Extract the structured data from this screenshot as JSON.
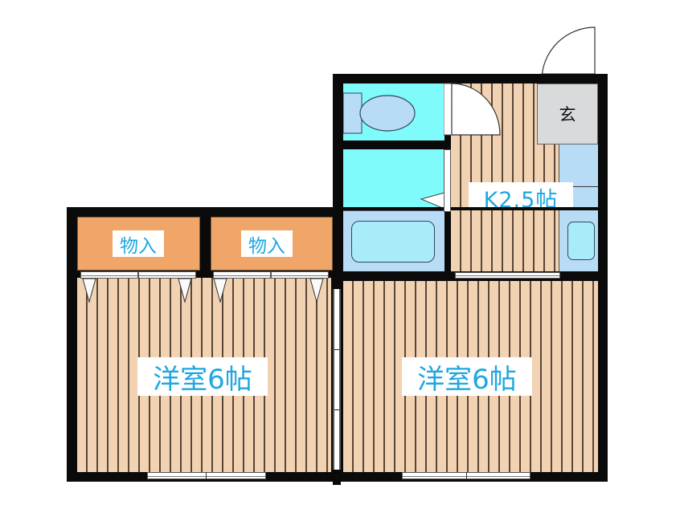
{
  "floor_plan": {
    "rooms": {
      "western_left": {
        "label": "洋室6帖",
        "type": "western-style room",
        "size_jo": 6
      },
      "western_right": {
        "label": "洋室6帖",
        "type": "western-style room",
        "size_jo": 6
      },
      "kitchen": {
        "label": "K2.5帖",
        "type": "kitchen",
        "size_jo": 2.5
      },
      "closet_left": {
        "label": "物入",
        "type": "storage closet"
      },
      "closet_right": {
        "label": "物入",
        "type": "storage closet"
      },
      "entrance": {
        "label": "玄",
        "type": "entrance (genkan)"
      },
      "toilet": {
        "type": "toilet"
      },
      "bathroom": {
        "type": "bathroom with bathtub"
      }
    },
    "colors": {
      "wall": "#0a0a0a",
      "wood_floor": "#f1d3b3",
      "floor_line": "#5a4636",
      "closet": "#f0a668",
      "wet_area": "#7ffbfc",
      "fixture": "#b9dcf6",
      "entrance": "#d9dadb",
      "label_text": "#1ea7e1"
    }
  }
}
